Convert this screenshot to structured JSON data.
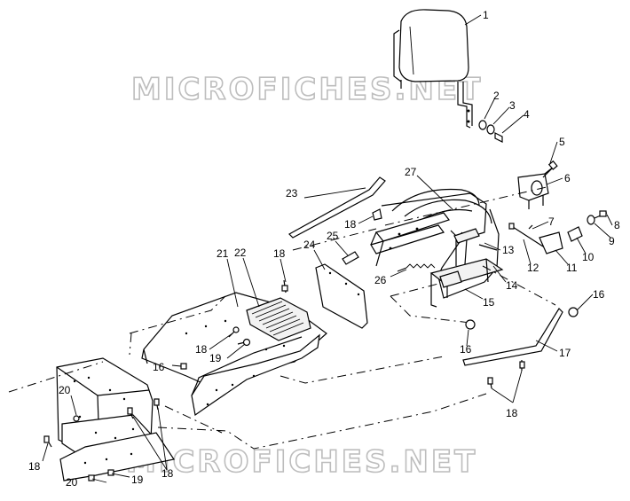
{
  "watermark": {
    "top": "MICROFICHES.NET",
    "bottom": "MICROFICHES.NET"
  },
  "callouts": {
    "c1": "1",
    "c2": "2",
    "c3": "3",
    "c4": "4",
    "c5": "5",
    "c6": "6",
    "c7": "7",
    "c8": "8",
    "c9": "9",
    "c10": "10",
    "c11": "11",
    "c12": "12",
    "c13": "13",
    "c14": "14",
    "c15": "15",
    "c16a": "16",
    "c16b": "16",
    "c16c": "16",
    "c17": "17",
    "c18a": "18",
    "c18b": "18",
    "c18c": "18",
    "c18d": "18",
    "c18e": "18",
    "c18f": "18",
    "c19a": "19",
    "c19b": "19",
    "c20a": "20",
    "c20b": "20",
    "c21": "21",
    "c22": "22",
    "c23": "23",
    "c24": "24",
    "c25": "25",
    "c26": "26",
    "c27": "27"
  }
}
